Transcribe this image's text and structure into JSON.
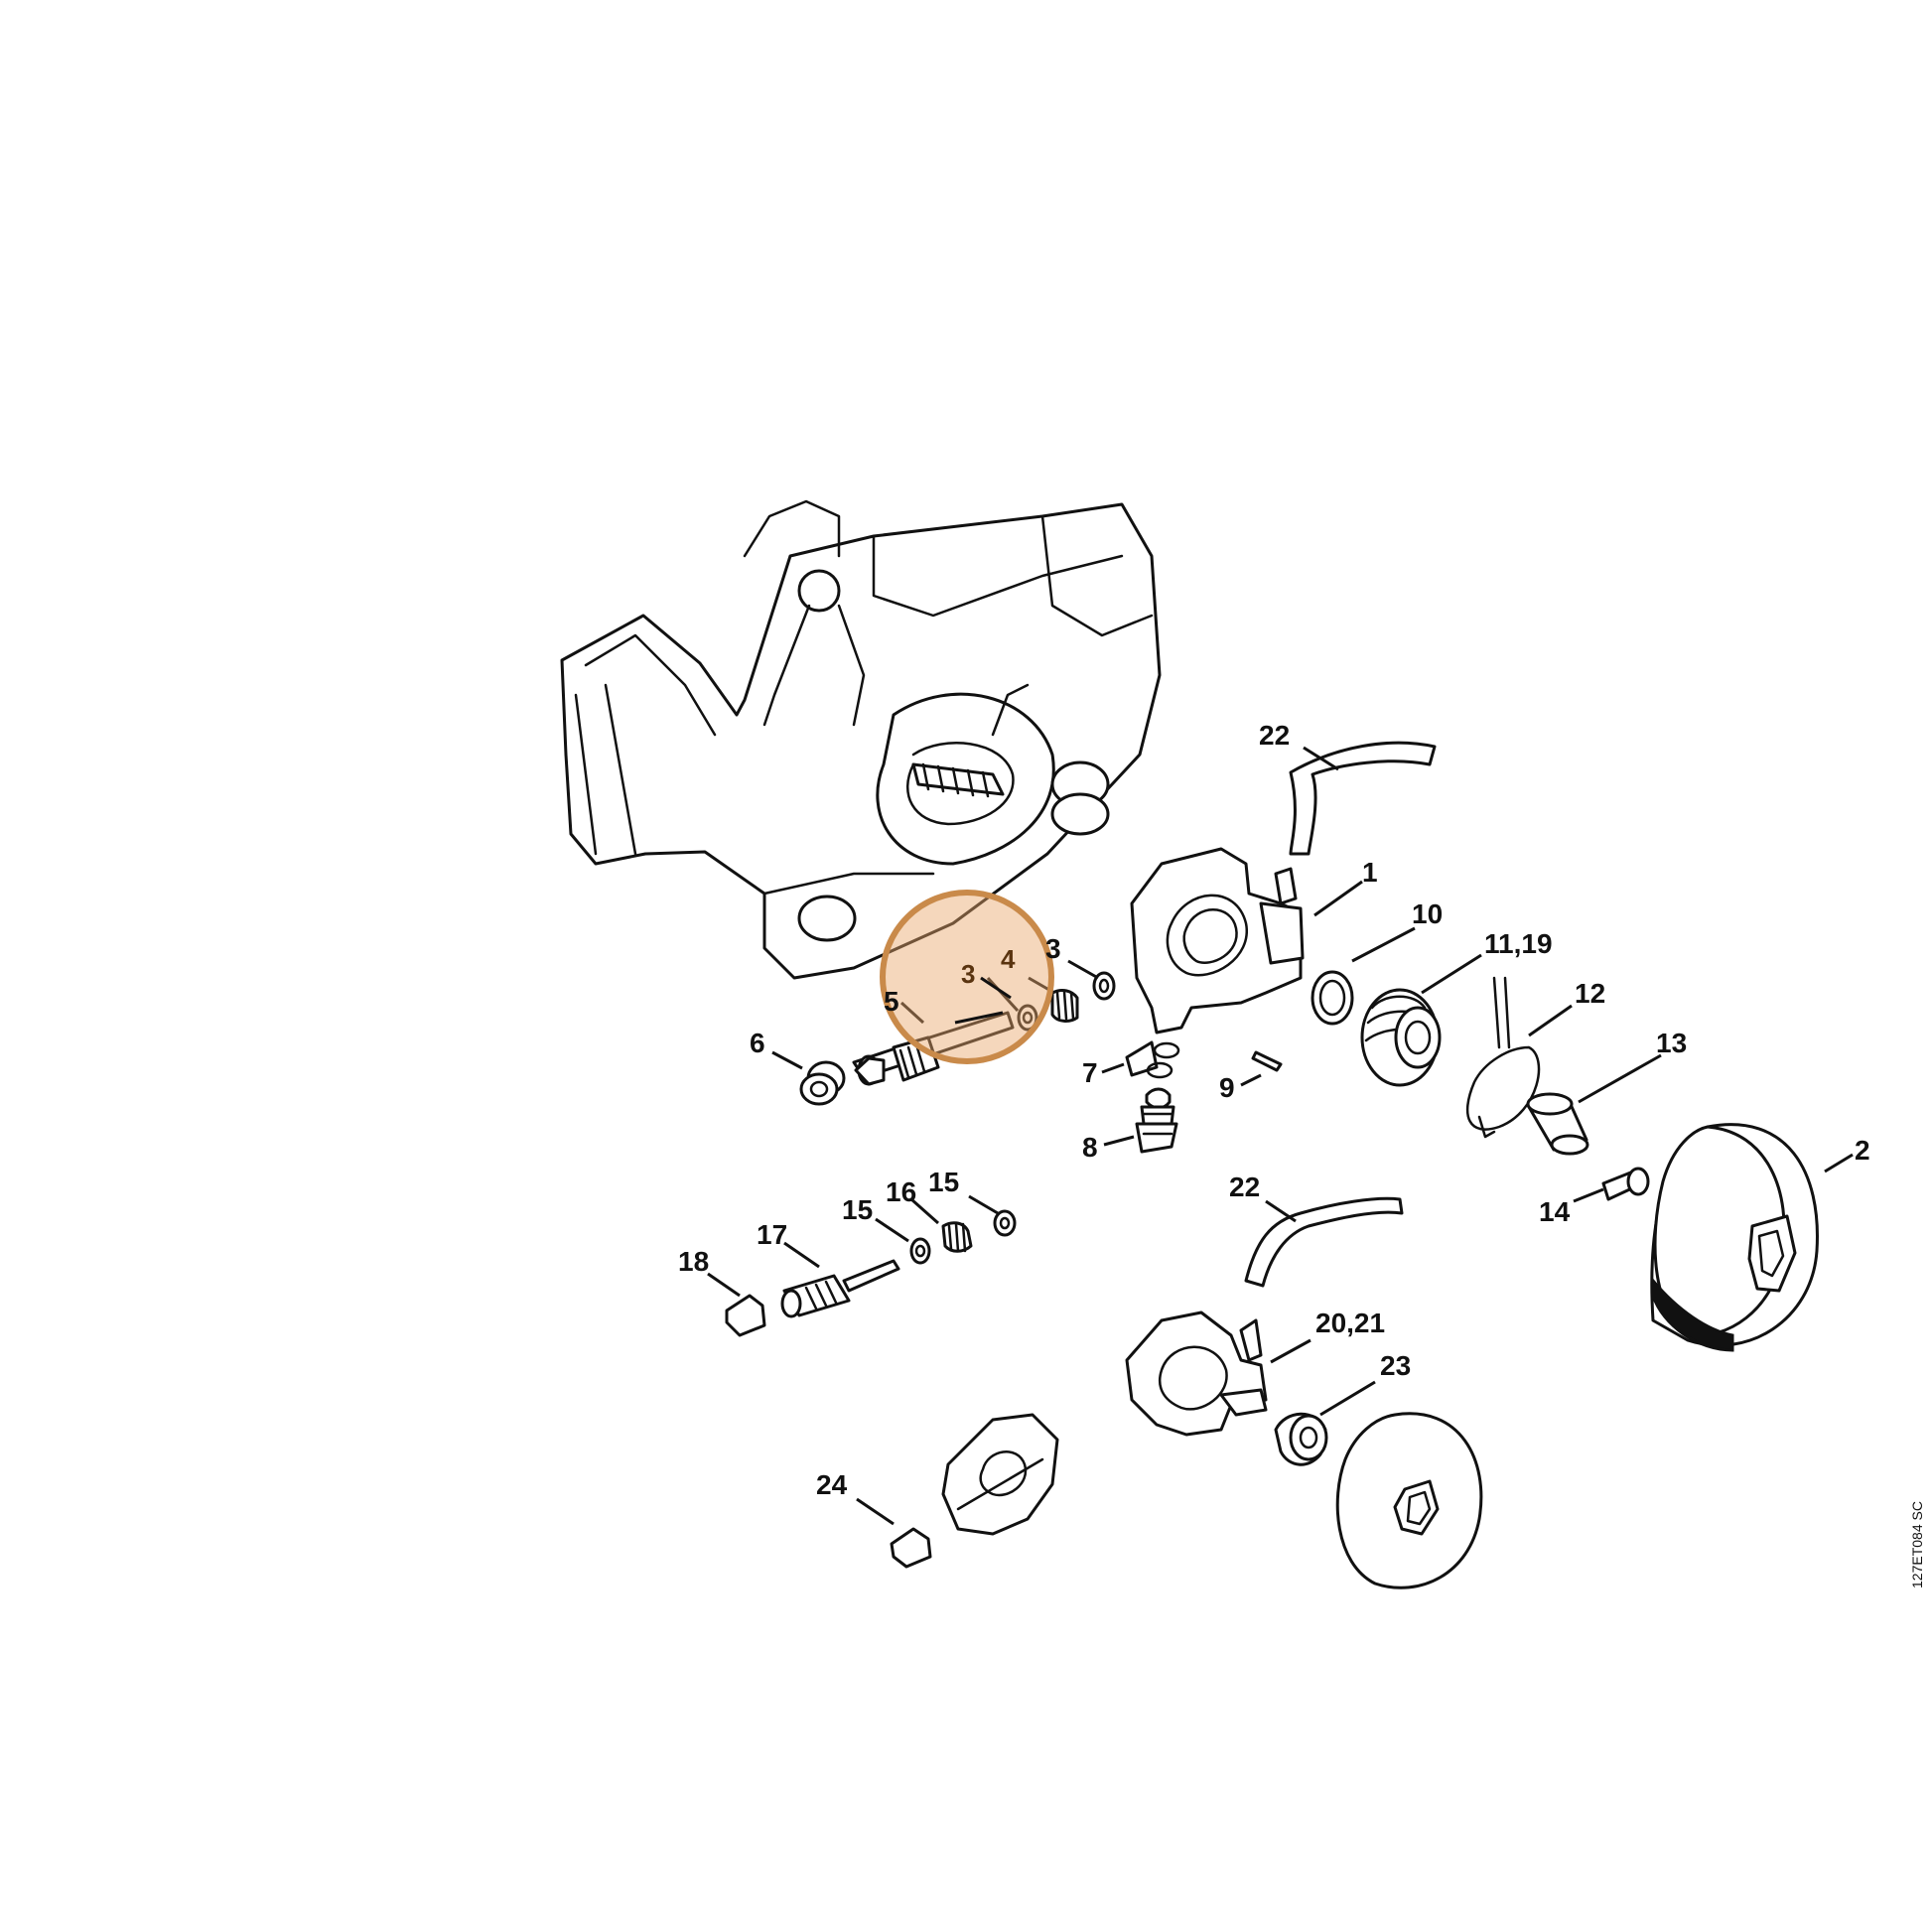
{
  "diagram": {
    "reference_code": "127ET084 SC",
    "highlight": {
      "color": "#c98a4a",
      "labels": [
        "3",
        "4"
      ]
    },
    "callouts": {
      "c1": "1",
      "c2": "2",
      "c3a": "3",
      "c4": "4",
      "c5": "5",
      "c6": "6",
      "c7": "7",
      "c8": "8",
      "c9": "9",
      "c10": "10",
      "c11_19": "11,19",
      "c12": "12",
      "c13": "13",
      "c14": "14",
      "c15a": "15",
      "c15b": "15",
      "c16": "16",
      "c17": "17",
      "c18": "18",
      "c20_21": "20,21",
      "c22a": "22",
      "c22b": "22",
      "c23": "23",
      "c24": "24"
    }
  }
}
